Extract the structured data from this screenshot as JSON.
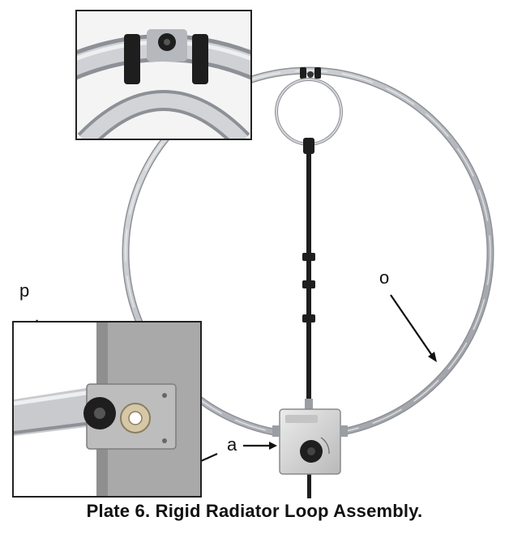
{
  "labels": {
    "o": "o",
    "p": "p",
    "a": "a"
  },
  "caption": "Plate 6.  Rigid Radiator Loop Assembly.",
  "colors": {
    "loop_metal": "#c9cbcf",
    "loop_shadow": "#8d9096",
    "mast": "#1e1e1e",
    "box": "#d8d8d8",
    "inset_border": "#222222",
    "background": "#ffffff"
  }
}
